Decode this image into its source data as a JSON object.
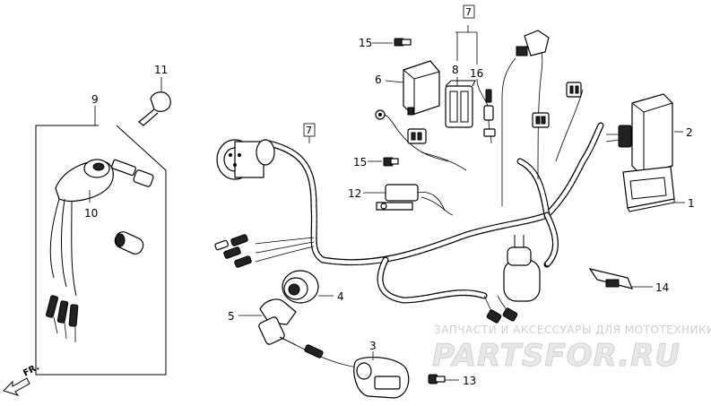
{
  "labels": {
    "p1": "1",
    "p2": "2",
    "p3": "3",
    "p4": "4",
    "p5": "5",
    "p6": "6",
    "p7a": "7",
    "p7b": "7",
    "p8": "8",
    "p9": "9",
    "p10": "10",
    "p11": "11",
    "p12": "12",
    "p13": "13",
    "p14": "14",
    "p15a": "15",
    "p15b": "15",
    "p16": "16"
  },
  "direction": "FR.",
  "watermark": {
    "tagline": "ЗАПЧАСТИ И АКСЕССУАРЫ ДЛЯ МОТОТЕХНИКИ",
    "brand": "PARTSFOR.RU"
  }
}
